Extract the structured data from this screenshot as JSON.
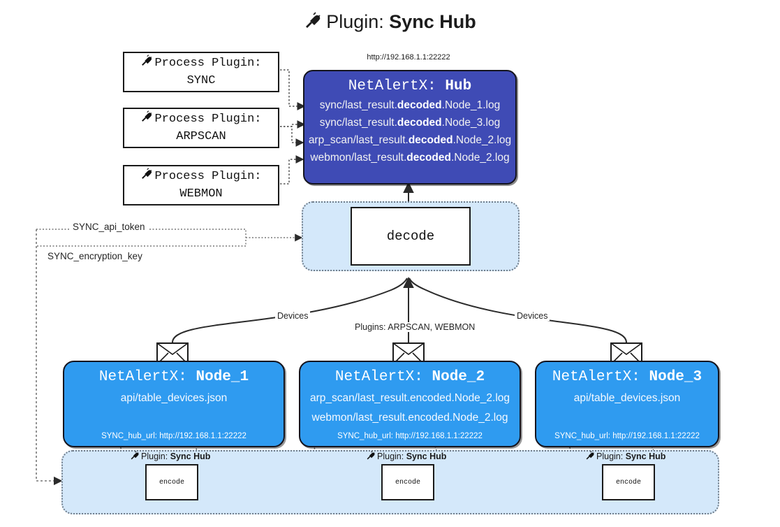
{
  "title": {
    "icon": "plug-icon",
    "prefix": "Plugin:",
    "name": "Sync Hub"
  },
  "process_plugins": [
    {
      "line1": "Process Plugin:",
      "line2": "SYNC",
      "icon": "plug-icon"
    },
    {
      "line1": "Process Plugin:",
      "line2": "ARPSCAN",
      "icon": "plug-icon"
    },
    {
      "line1": "Process Plugin:",
      "line2": "WEBMON",
      "icon": "plug-icon"
    }
  ],
  "hub": {
    "url": "http://192.168.1.1:22222",
    "title_prefix": "NetAlertX:",
    "title_name": "Hub",
    "lines": [
      {
        "pre": "sync/last_result.",
        "em": "decoded",
        "post": ".Node_1.log"
      },
      {
        "pre": "sync/last_result.",
        "em": "decoded",
        "post": ".Node_3.log"
      },
      {
        "pre": "arp_scan/last_result.",
        "em": "decoded",
        "post": ".Node_2.log"
      },
      {
        "pre": "webmon/last_result.",
        "em": "decoded",
        "post": ".Node_2.log"
      }
    ]
  },
  "decode": {
    "label": "decode"
  },
  "keys": [
    {
      "label": "SYNC_api_token"
    },
    {
      "label": "SYNC_encryption_key"
    }
  ],
  "edge_labels": {
    "left_devices": "Devices",
    "right_devices": "Devices",
    "center_plugins": "Plugins: ARPSCAN, WEBMON"
  },
  "nodes": [
    {
      "title_prefix": "NetAlertX:",
      "title_name": "Node_1",
      "lines": [
        "api/table_devices.json"
      ],
      "url_key": "SYNC_hub_url:",
      "url_value": "http://192.168.1.1:22222",
      "envelope": "envelope-icon"
    },
    {
      "title_prefix": "NetAlertX:",
      "title_name": "Node_2",
      "lines": [
        "arp_scan/last_result.encoded.Node_2.log",
        "webmon/last_result.encoded.Node_2.log"
      ],
      "url_key": "SYNC_hub_url:",
      "url_value": "http://192.168.1.1:22222",
      "envelope": "envelope-icon"
    },
    {
      "title_prefix": "NetAlertX:",
      "title_name": "Node_3",
      "lines": [
        "api/table_devices.json"
      ],
      "url_key": "SYNC_hub_url:",
      "url_value": "http://192.168.1.1:22222",
      "envelope": "envelope-icon"
    }
  ],
  "encoders": [
    {
      "plugin_prefix": "Plugin:",
      "plugin_name": "Sync Hub",
      "label": "encode",
      "icon": "plug-icon"
    },
    {
      "plugin_prefix": "Plugin:",
      "plugin_name": "Sync Hub",
      "label": "encode",
      "icon": "plug-icon"
    },
    {
      "plugin_prefix": "Plugin:",
      "plugin_name": "Sync Hub",
      "label": "encode",
      "icon": "plug-icon"
    }
  ],
  "colors": {
    "hub": "#3f4bb5",
    "node": "#2f9bf0",
    "container": "#d4e8fa",
    "stroke": "#1a1a1a",
    "dotted": "#6f7c8a"
  }
}
